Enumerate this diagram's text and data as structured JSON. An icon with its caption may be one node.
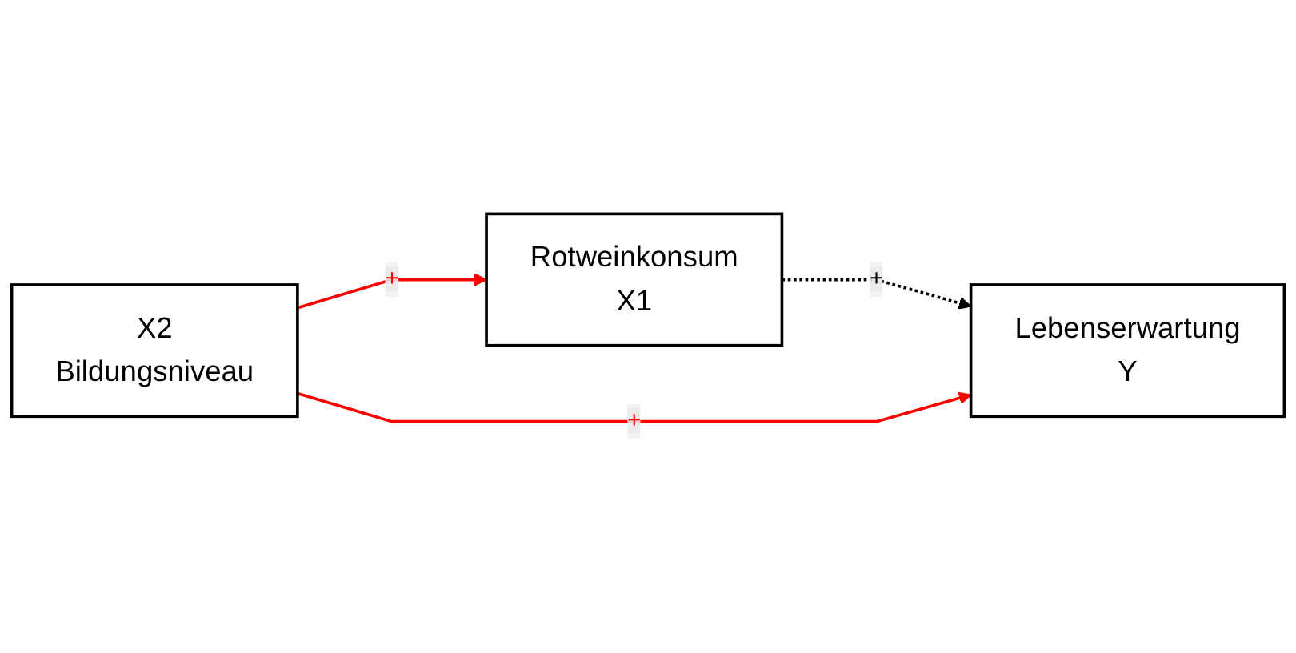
{
  "diagram": {
    "nodes": [
      {
        "text": [
          "Rotweinkonsum",
          "X1"
        ]
      },
      {
        "text": [
          "Lebenserwartung",
          "Y"
        ]
      },
      {
        "text": [
          "X2",
          "Bildungsniveau"
        ]
      }
    ],
    "edges": [
      {
        "from": 0,
        "to": 1,
        "arrow": "to",
        "label": "+",
        "style": "dashed",
        "color": "#000000"
      },
      {
        "from": 2,
        "to": 0,
        "arrow": "to",
        "label": "+",
        "color": "#ff0000"
      },
      {
        "from": 2,
        "to": 1,
        "arrow": "to",
        "label": "+",
        "color": "#ff0000"
      }
    ]
  }
}
